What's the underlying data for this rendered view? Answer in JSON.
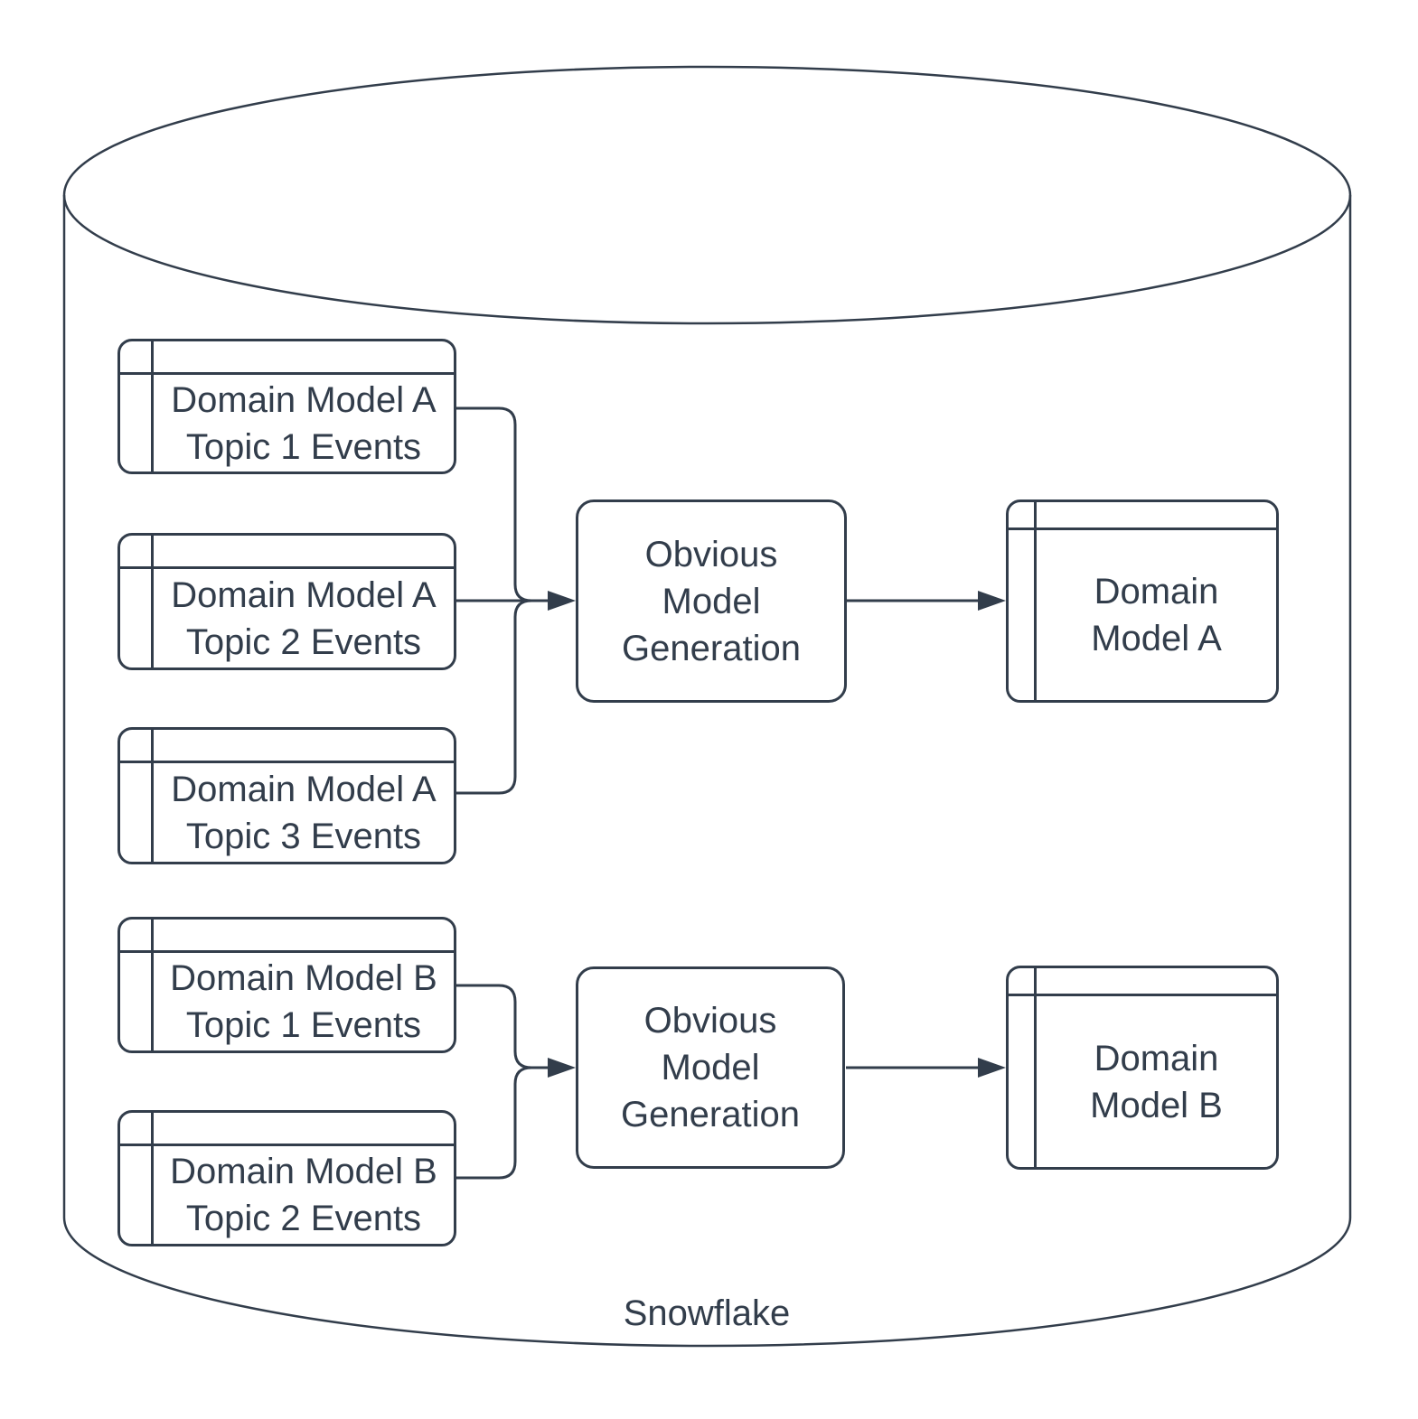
{
  "colors": {
    "stroke": "#323d4b",
    "text": "#323d4b",
    "background": "#ffffff"
  },
  "cylinder": {
    "label": "Snowflake"
  },
  "group_a": {
    "sources": [
      {
        "line1": "Domain Model A",
        "line2": "Topic 1 Events"
      },
      {
        "line1": "Domain Model A",
        "line2": "Topic 2 Events"
      },
      {
        "line1": "Domain Model A",
        "line2": "Topic 3 Events"
      }
    ],
    "process": {
      "line1": "Obvious",
      "line2": "Model",
      "line3": "Generation"
    },
    "output": {
      "line1": "Domain",
      "line2": "Model A"
    }
  },
  "group_b": {
    "sources": [
      {
        "line1": "Domain Model B",
        "line2": "Topic 1 Events"
      },
      {
        "line1": "Domain Model B",
        "line2": "Topic 2 Events"
      }
    ],
    "process": {
      "line1": "Obvious",
      "line2": "Model",
      "line3": "Generation"
    },
    "output": {
      "line1": "Domain",
      "line2": "Model B"
    }
  }
}
